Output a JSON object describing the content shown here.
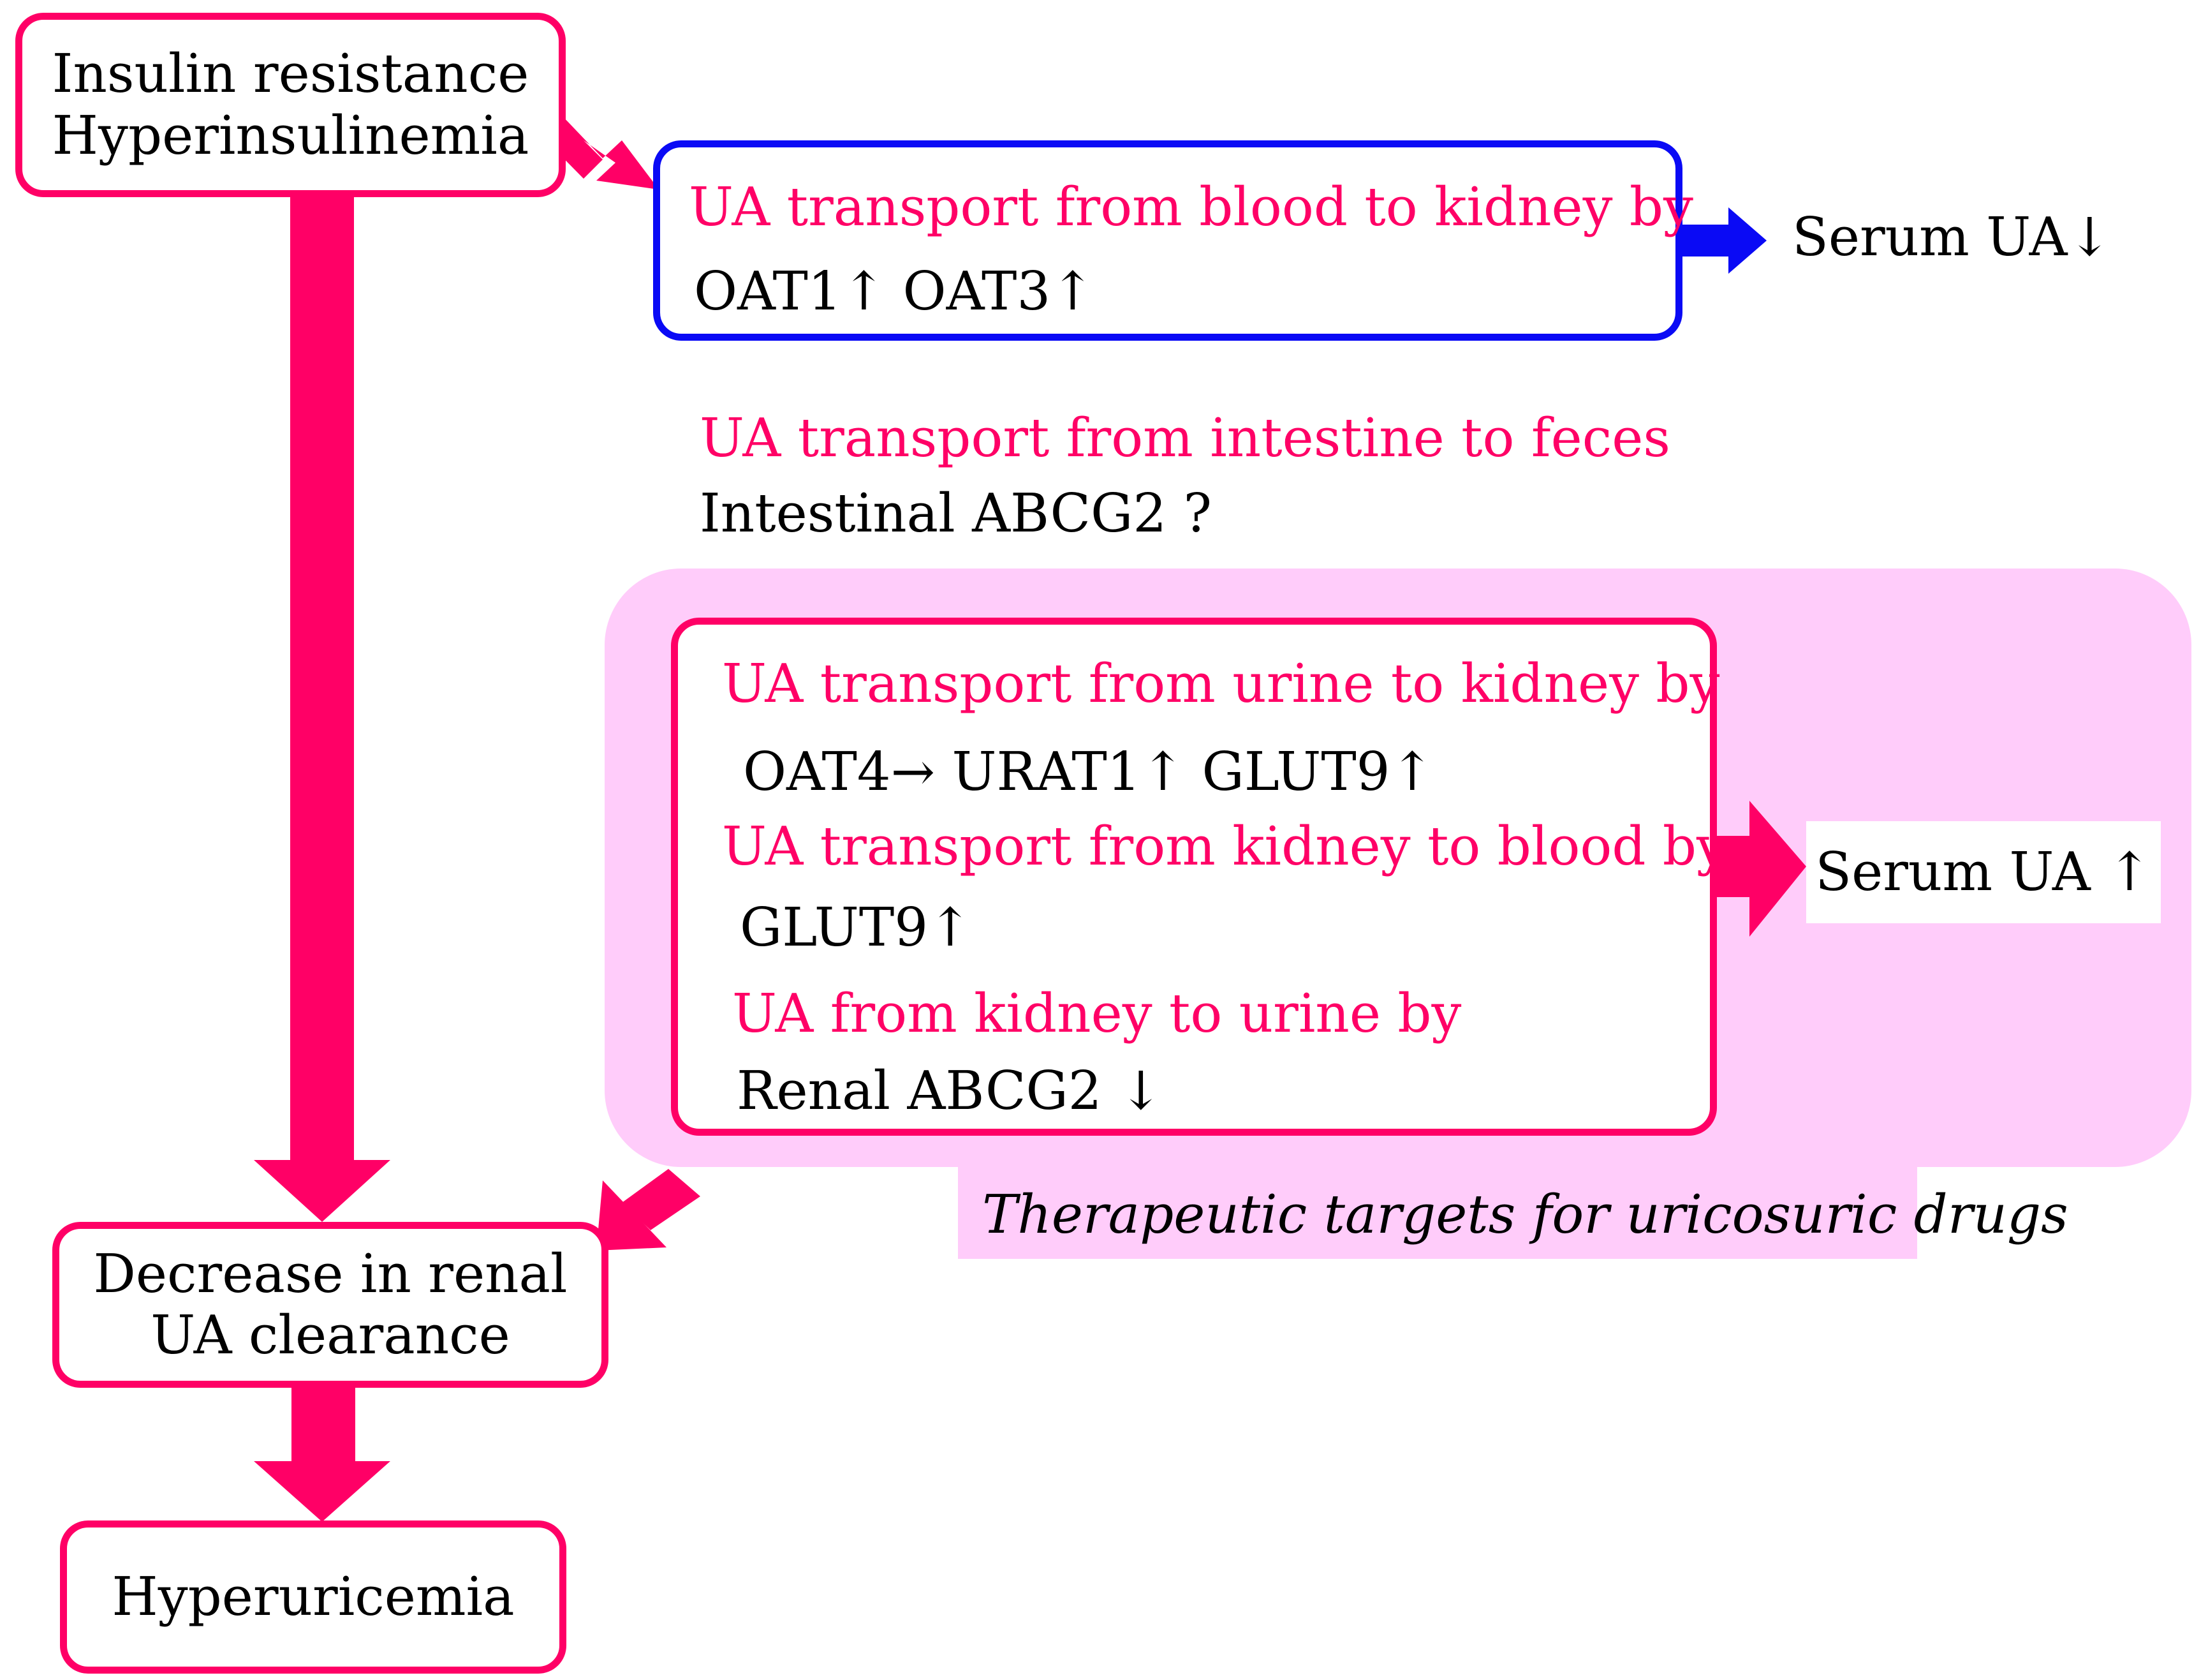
{
  "colors": {
    "accent": "#ff0066",
    "blue": "#0a0af5",
    "region_fill": "#ffccfa",
    "text": "#000000"
  },
  "nodes": {
    "insulin": {
      "line1": "Insulin resistance",
      "line2": "Hyperinsulinemia"
    },
    "decrease": {
      "line1": "Decrease in renal",
      "line2": "UA clearance"
    },
    "hyperuricemia": {
      "label": "Hyperuricemia"
    }
  },
  "blood_box": {
    "title": "UA transport from blood to kidney by",
    "transporters": "OAT1↑  OAT3↑"
  },
  "serum_down": "Serum UA↓",
  "intestine": {
    "title": "UA transport from intestine to feces",
    "detail": "Intestinal ABCG2 ?"
  },
  "renal_box": {
    "urine_title": "UA transport from urine to kidney by",
    "urine_transporters": "OAT4→ URAT1↑  GLUT9↑",
    "blood_title": "UA transport from kidney to blood by",
    "blood_transporters": "GLUT9↑",
    "excretion_title": "UA from kidney to urine by",
    "excretion_transporters": "Renal ABCG2 ↓"
  },
  "serum_up": "Serum UA ↑",
  "therapeutic_label": "Therapeutic targets for uricosuric drugs"
}
